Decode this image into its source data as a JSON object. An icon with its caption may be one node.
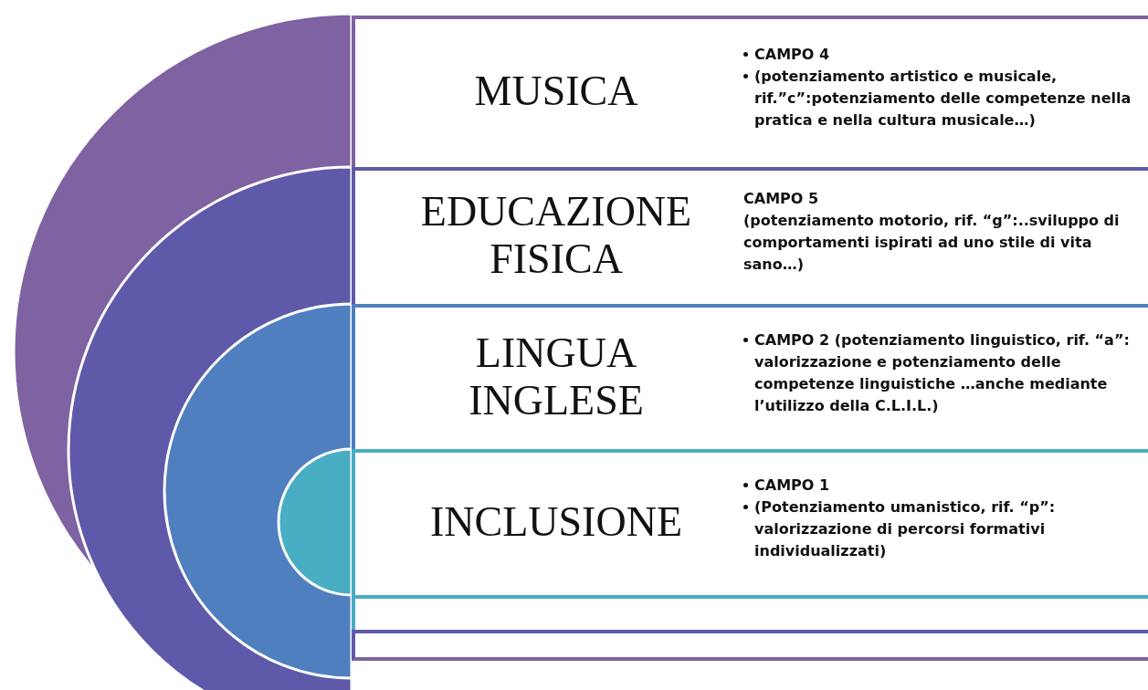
{
  "diagram": {
    "nodes": [
      {
        "text": [
          "MUSICA",
          "CAMPO 4",
          "(potenziamento artistico e musicale, rif.”c”:potenziamento delle competenze nella pratica e nella cultura musicale…)"
        ]
      },
      {
        "text": [
          "EDUCAZIONE FISICA",
          "CAMPO 5",
          "(potenziamento motorio, rif. “g”:..sviluppo di comportamenti ispirati ad uno stile di vita sano…)"
        ]
      },
      {
        "text": [
          "LINGUA INGLESE",
          "CAMPO 2 (potenziamento linguistico, rif. “a”: valorizzazione e potenziamento delle competenze linguistiche …anche mediante l’utilizzo della C.L.I.L.)"
        ]
      },
      {
        "text": [
          "INCLUSIONE",
          "CAMPO 1",
          "(Potenziamento umanistico, rif. “p”: valorizzazione di percorsi formativi individualizzati)"
        ]
      },
      {
        "text": [],
        "shape": "box"
      },
      {
        "text": [],
        "shape": "box"
      }
    ]
  }
}
